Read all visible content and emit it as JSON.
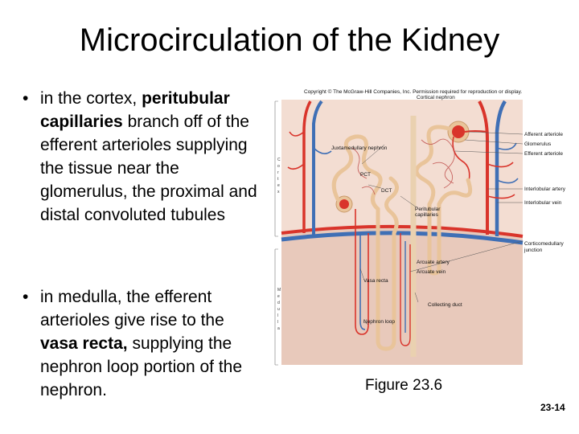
{
  "slide": {
    "title": "Microcirculation of the Kidney",
    "bullet1": {
      "a": "in the cortex,",
      "b": "peritubular capillaries",
      "c": "branch off of the efferent arterioles supplying the tissue near the glomerulus, the proximal and distal convoluted tubules"
    },
    "bullet2": {
      "a": "in medulla, the efferent arterioles give rise to the",
      "b": "vasa recta,",
      "c": "supplying the nephron loop portion of the nephron."
    },
    "bullet_glyph": "•",
    "caption": "Figure 23.6",
    "slide_number": "23-14"
  },
  "figure": {
    "copyright": "Copyright © The McGraw-Hill Companies, Inc. Permission required for reproduction or display.",
    "labels": {
      "cortical_nephron": "Cortical nephron",
      "afferent_arteriole": "Afferent arteriole",
      "glomerulus": "Glomerulus",
      "efferent_arteriole": "Efferent arteriole",
      "juxtamedullary_nephron": "Juxtamedullary nephron",
      "pct": "PCT",
      "dct": "DCT",
      "interlobular_artery": "Interlobular artery",
      "interlobular_vein": "Interlobular vein",
      "peritubular_capillaries_1": "Peritubular",
      "peritubular_capillaries_2": "capillaries",
      "corticomedullary_1": "Corticomedullary",
      "corticomedullary_2": "junction",
      "arcuate_artery": "Arcuate artery",
      "arcuate_vein": "Arcuate vein",
      "vasa_recta": "Vasa recta",
      "collecting_duct": "Collecting duct",
      "nephron_loop": "Nephron loop",
      "cortex_vertical": [
        "C",
        "o",
        "r",
        "t",
        "e",
        "x"
      ],
      "medulla_vertical": [
        "M",
        "e",
        "d",
        "u",
        "l",
        "l",
        "a"
      ]
    },
    "colors": {
      "artery": "#d9342b",
      "vein": "#3f6fb5",
      "tubule": "#e9c49a",
      "cortex_bg": "#f3ddd2",
      "medulla_bg": "#e8c9bb"
    }
  }
}
